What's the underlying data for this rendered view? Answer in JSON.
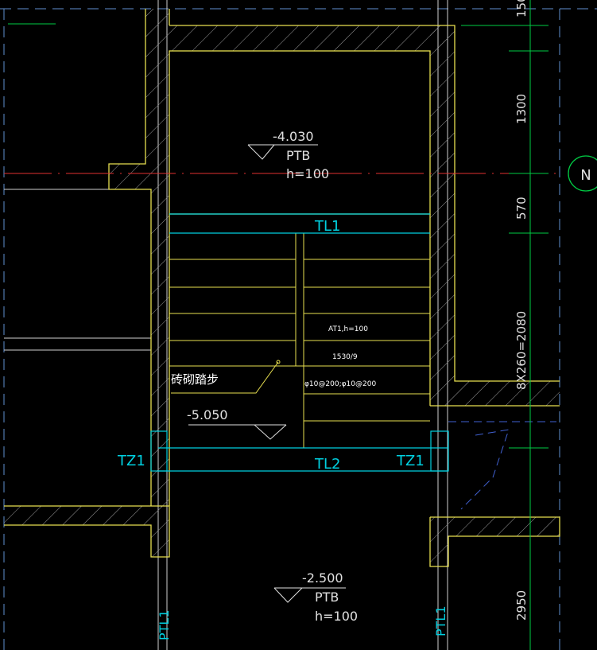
{
  "colors": {
    "background": "#000000",
    "wall": "#e8e050",
    "grid_line": "#ffffff",
    "dim": "#00cc44",
    "cyan": "#00d0e0",
    "axis_red": "#e03030",
    "dash_blue": "#4060d0",
    "hatch": "#b0b0b0"
  },
  "levels": {
    "upper": {
      "elevation": "-4.030",
      "name": "PTB",
      "thickness": "h=100"
    },
    "middle": {
      "elevation": "-5.050"
    },
    "lower": {
      "elevation": "-2.500",
      "name": "PTB",
      "thickness": "h=100"
    }
  },
  "beams": {
    "top": "TL1",
    "bottom": "TL2"
  },
  "columns": {
    "left": "TZ1",
    "right": "TZ1"
  },
  "posts": {
    "left": "PTL1",
    "right": "PTL1"
  },
  "stair": {
    "label": "AT1,h=100",
    "spec": "1530/9",
    "rebar": "φ10@200;φ10@200",
    "masonry_note": "砖砌踏步"
  },
  "dimensions": [
    "150",
    "1300",
    "570",
    "8X260=2080",
    "2950"
  ],
  "north_marker": "N"
}
